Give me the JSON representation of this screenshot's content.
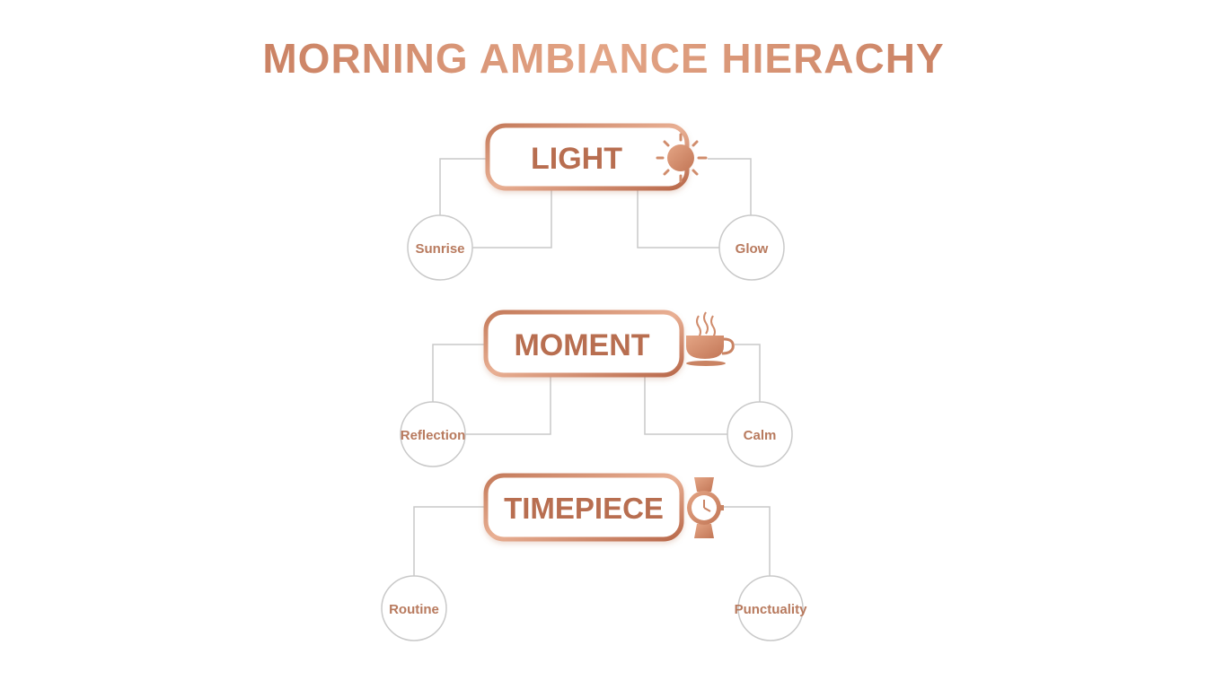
{
  "title": "MORNING AMBIANCE HIERACHY",
  "colors": {
    "accent": "#c98363",
    "accent_dark": "#b86e50",
    "connector": "#c9c9c9",
    "background": "#ffffff"
  },
  "nodes": [
    {
      "label": "LIGHT",
      "icon": "sun-icon",
      "children": [
        "Sunrise",
        "Glow"
      ]
    },
    {
      "label": "MOMENT",
      "icon": "coffee-cup-icon",
      "children": [
        "Reflection",
        "Calm"
      ]
    },
    {
      "label": "TIMEPIECE",
      "icon": "wristwatch-icon",
      "children": [
        "Routine",
        "Punctuality"
      ]
    }
  ]
}
